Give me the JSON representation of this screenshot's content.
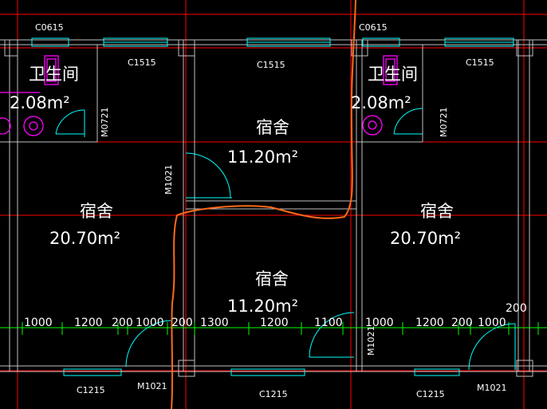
{
  "colors": {
    "background": "#000000",
    "grid": "#ff0000",
    "wall": "#c0c0c0",
    "window": "#00ffff",
    "fixture": "#ff00ff",
    "dimension": "#00ff00",
    "text": "#ffffff",
    "markup": "#ff6a1a"
  },
  "windows": {
    "top_left": "C0615",
    "top_mid": "C0615",
    "c1515_a": "C1515",
    "c1515_b": "C1515",
    "c1515_c": "C1515",
    "bot_a": "C1215",
    "bot_b": "C1215",
    "bot_c": "C1215"
  },
  "doors": {
    "m0721_a": "M0721",
    "m0721_b": "M0721",
    "m1021_left": "M1021",
    "m1021_bot_a": "M1021",
    "m1021_bot_b": "M1021",
    "m1021_bot_c": "M1021"
  },
  "rooms": {
    "bath_a": {
      "name": "卫生间",
      "area": "2.08m²"
    },
    "bath_b": {
      "name": "卫生间",
      "area": "2.08m²"
    },
    "dorm_small_top": {
      "name": "宿舍",
      "area": "11.20m²"
    },
    "dorm_left": {
      "name": "宿舍",
      "area": "20.70m²"
    },
    "dorm_right": {
      "name": "宿舍",
      "area": "20.70m²"
    },
    "dorm_small_bot": {
      "name": "宿舍",
      "area": "11.20m²"
    }
  },
  "dimensions": {
    "d1": "1000",
    "d2": "1200",
    "d3": "200",
    "d4": "1000",
    "d5": "200",
    "d6": "1300",
    "d7": "1200",
    "d8": "1100",
    "d9": "1000",
    "d10": "1200",
    "d11": "200",
    "d12": "1000",
    "d13": "200"
  }
}
